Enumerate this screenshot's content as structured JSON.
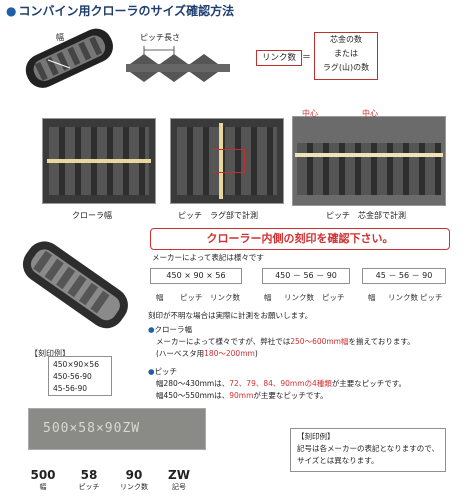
{
  "title": "コンバイン用クローラのサイズ確認方法",
  "top": {
    "width_label": "幅",
    "pitch_label": "ピッチ長さ",
    "links_box": "リンク数",
    "equals": "＝",
    "core_line1": "芯金の数",
    "core_line2": "または",
    "core_line3": "ラグ(山)の数"
  },
  "photos": {
    "center1": "中心",
    "center2": "中心",
    "cap1": "クローラ幅",
    "cap2": "ピッチ　ラグ部で計測",
    "cap3": "ピッチ　芯金部で計測"
  },
  "heading": "クローラー内側の刻印を確認下さい。",
  "maker_note": "メーカーによって表記は様々です",
  "formats": [
    {
      "text": "450 × 90 × 56",
      "labels": [
        "幅",
        "ピッチ",
        "リンク数"
      ]
    },
    {
      "text": "450 － 56 － 90",
      "labels": [
        "幅",
        "リンク数",
        "ピッチ"
      ]
    },
    {
      "text": "45 － 56 － 90",
      "labels": [
        "幅",
        "リンク数",
        "ピッチ"
      ]
    }
  ],
  "sample": {
    "header": "【刻印例】",
    "lines": [
      "450×90×56",
      "450-56-90",
      "45-56-90"
    ]
  },
  "notes": {
    "unclear": "刻印が不明な場合は実際に計測をお願いします。",
    "width_head": "クローラ幅",
    "width_l1_a": "メーカーによって様々ですが、弊社では",
    "width_l1_red": "250〜600mm幅",
    "width_l1_b": "を揃えております。",
    "width_l2_a": "(ハーベスタ用",
    "width_l2_red": "180〜200mm",
    "width_l2_b": ")",
    "pitch_head": "ピッチ",
    "pitch_l1_a": "幅280〜430mmは、",
    "pitch_l1_red": "72、79、84、90mmの4種類",
    "pitch_l1_b": "が主要なピッチです。",
    "pitch_l2_a": "幅450〜550mmは、",
    "pitch_l2_red": "90mm",
    "pitch_l2_b": "が主要なピッチです。"
  },
  "bottom": {
    "stamp": "500×58×90ZW",
    "example_head": "【刻印例】",
    "example_l1": "記号は各メーカーの表記となりますので、",
    "example_l2": "サイズとは異なります。",
    "values": [
      {
        "num": "500",
        "label": "幅"
      },
      {
        "num": "58",
        "label": "ピッチ"
      },
      {
        "num": "90",
        "label": "リンク数"
      },
      {
        "num": "ZW",
        "label": "記号"
      }
    ]
  },
  "colors": {
    "accent_red": "#d03030",
    "title_blue": "#1f3f6e"
  }
}
